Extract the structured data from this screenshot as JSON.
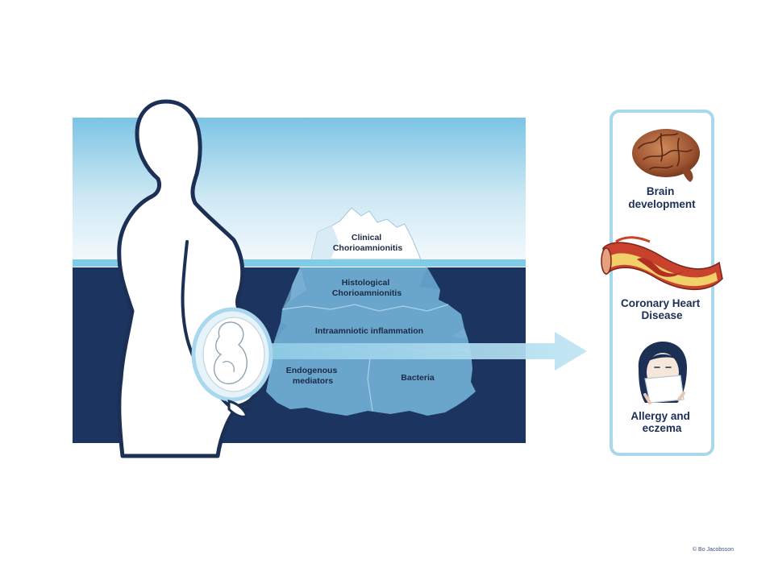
{
  "colors": {
    "sky_top": "#7cc4e4",
    "sky_bottom": "#f3f9fc",
    "water_line": "#7fcbe8",
    "deep_water": "#1c3560",
    "outline": "#1c2f55",
    "iceberg": "#6aa6cc",
    "arrow": "#b8e0f0",
    "panel_border": "#a9d8ee"
  },
  "iceberg": {
    "tip": [
      "Clinical",
      "Chorioamnionitis"
    ],
    "layer2": [
      "Histological",
      "Chorioamnionitis"
    ],
    "layer3": "Intraamniotic inflammation",
    "layer4_left": [
      "Endogenous",
      "mediators"
    ],
    "layer4_right": "Bacteria"
  },
  "outcomes": [
    {
      "icon": "brain-icon",
      "label": [
        "Brain",
        "development"
      ]
    },
    {
      "icon": "artery-icon",
      "label": [
        "Coronary Heart",
        "Disease"
      ]
    },
    {
      "icon": "sneezing-woman-icon",
      "label": [
        "Allergy and",
        "eczema"
      ]
    }
  ],
  "credit": "© Bo Jacobsson"
}
